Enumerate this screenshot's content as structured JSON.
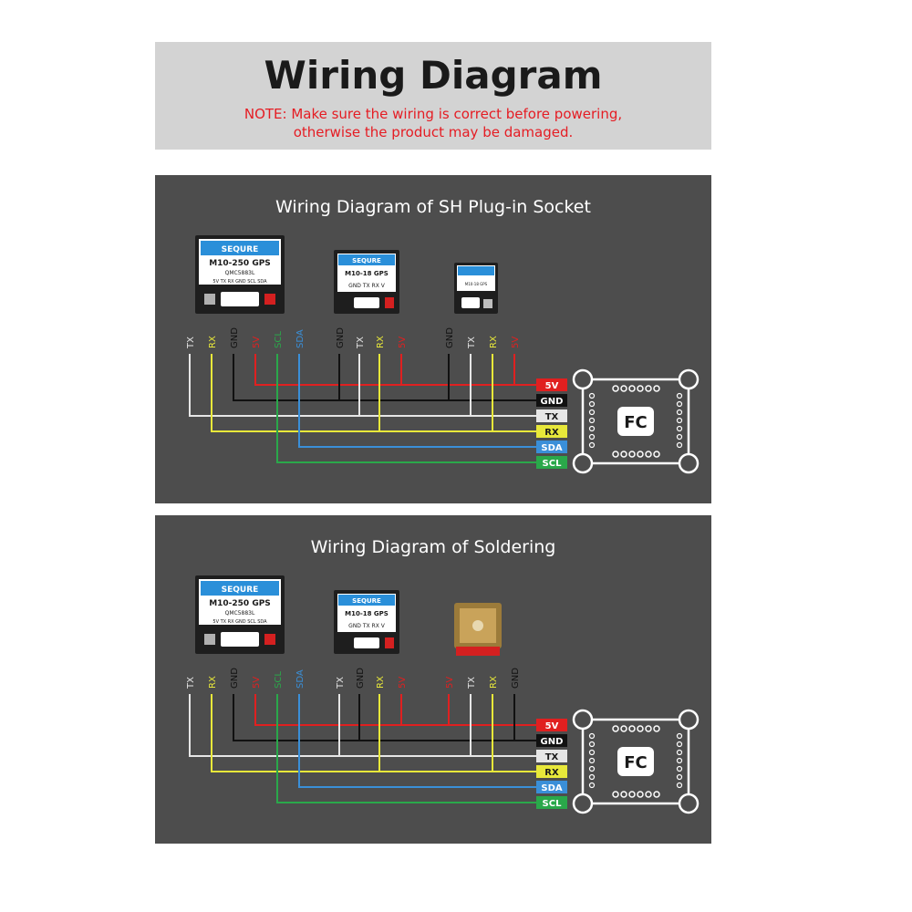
{
  "header": {
    "title": "Wiring Diagram",
    "note_line1": "NOTE: Make sure the wiring is correct before powering,",
    "note_line2": "otherwise the product may be damaged."
  },
  "colors": {
    "5V": "#e02020",
    "GND": "#111111",
    "TX": "#e6e6e6",
    "RX": "#e8e83a",
    "SDA": "#3a8fd8",
    "SCL": "#2aa84a"
  },
  "panels": [
    {
      "title": "Wiring Diagram of SH Plug-in Socket",
      "fc_label": "FC",
      "modules": [
        {
          "brand": "SEQURE",
          "model": "M10-250 GPS",
          "chip": "QMC5883L",
          "pins": "5V TX RX GND SCL SDA"
        },
        {
          "brand": "SEQURE",
          "model": "M10-18 GPS",
          "pins": "GND TX RX V"
        },
        {
          "model": "M10-18 GPS"
        }
      ],
      "wire_labels": [
        "TX",
        "RX",
        "GND",
        "5V",
        "SCL",
        "SDA",
        "GND",
        "TX",
        "RX",
        "5V",
        "GND",
        "TX",
        "RX",
        "5V"
      ],
      "fc_pins": [
        "5V",
        "GND",
        "TX",
        "RX",
        "SDA",
        "SCL"
      ]
    },
    {
      "title": "Wiring Diagram of Soldering",
      "fc_label": "FC",
      "modules": [
        {
          "brand": "SEQURE",
          "model": "M10-250 GPS",
          "chip": "QMC5883L",
          "pins": "5V TX RX GND SCL SDA"
        },
        {
          "brand": "SEQURE",
          "model": "M10-18 GPS",
          "pins": "GND TX RX V"
        },
        {
          "model": "GPS patch"
        }
      ],
      "wire_labels": [
        "TX",
        "RX",
        "GND",
        "5V",
        "SCL",
        "SDA",
        "TX",
        "GND",
        "RX",
        "5V",
        "5V",
        "TX",
        "RX",
        "GND"
      ],
      "fc_pins": [
        "5V",
        "GND",
        "TX",
        "RX",
        "SDA",
        "SCL"
      ]
    }
  ]
}
